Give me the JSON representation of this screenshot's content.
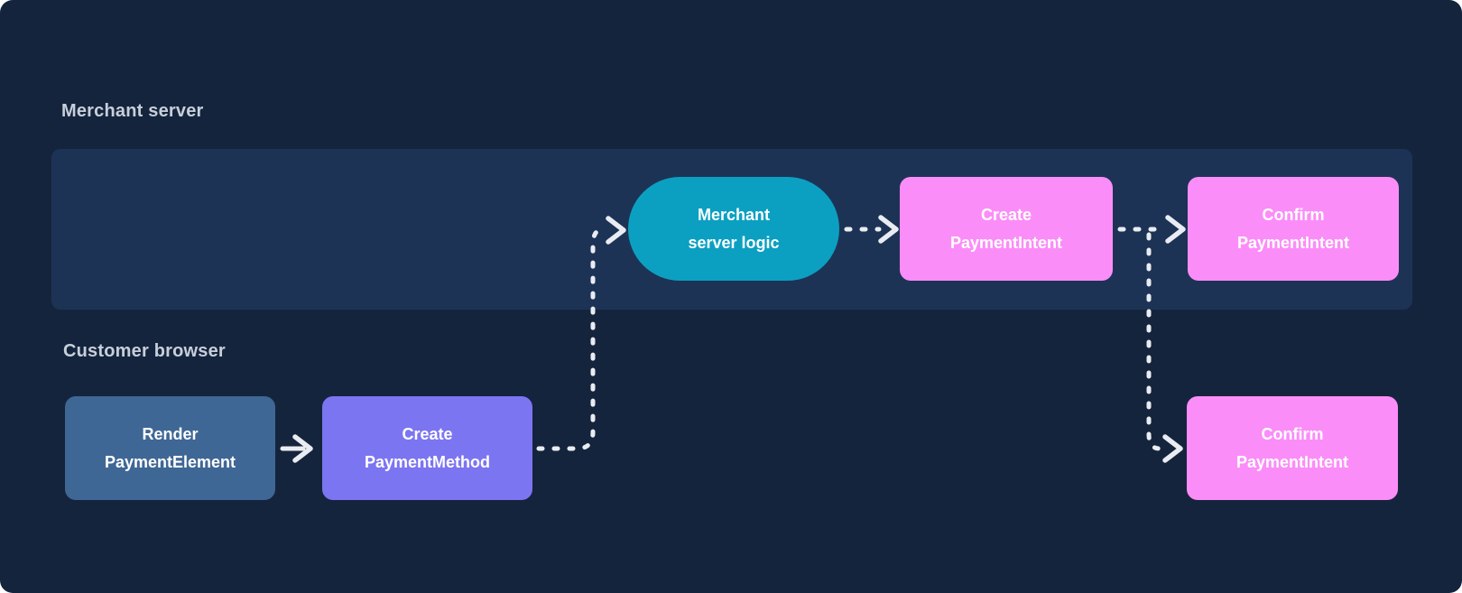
{
  "sections": {
    "merchant_server": {
      "label": "Merchant server"
    },
    "customer_browser": {
      "label": "Customer browser"
    }
  },
  "nodes": {
    "render_payment_element": {
      "line1": "Render",
      "line2": "PaymentElement",
      "color": "#3F6795"
    },
    "create_payment_method": {
      "line1": "Create",
      "line2": "PaymentMethod",
      "color": "#7C75F1"
    },
    "merchant_server_logic": {
      "line1": "Merchant",
      "line2": "server logic",
      "color": "#0BA0C2",
      "shape": "pill"
    },
    "create_payment_intent": {
      "line1": "Create",
      "line2": "PaymentIntent",
      "color": "#FB8DF8"
    },
    "confirm_payment_intent_server": {
      "line1": "Confirm",
      "line2": "PaymentIntent",
      "color": "#FB8DF8"
    },
    "confirm_payment_intent_browser": {
      "line1": "Confirm",
      "line2": "PaymentIntent",
      "color": "#FB8DF8"
    }
  },
  "edges": [
    {
      "from": "render_payment_element",
      "to": "create_payment_method",
      "style": "solid"
    },
    {
      "from": "create_payment_method",
      "to": "merchant_server_logic",
      "style": "dashed"
    },
    {
      "from": "merchant_server_logic",
      "to": "create_payment_intent",
      "style": "dashed"
    },
    {
      "from": "create_payment_intent",
      "to": "confirm_payment_intent_server",
      "style": "dashed"
    },
    {
      "from": "create_payment_intent",
      "to": "confirm_payment_intent_browser",
      "style": "dashed"
    }
  ],
  "colors": {
    "background": "#15243D",
    "merchant_band": "#1D3355",
    "connector": "#E9EDF3",
    "section_label_text": "#C7CFDA",
    "node_text": "#FFFFFF"
  }
}
